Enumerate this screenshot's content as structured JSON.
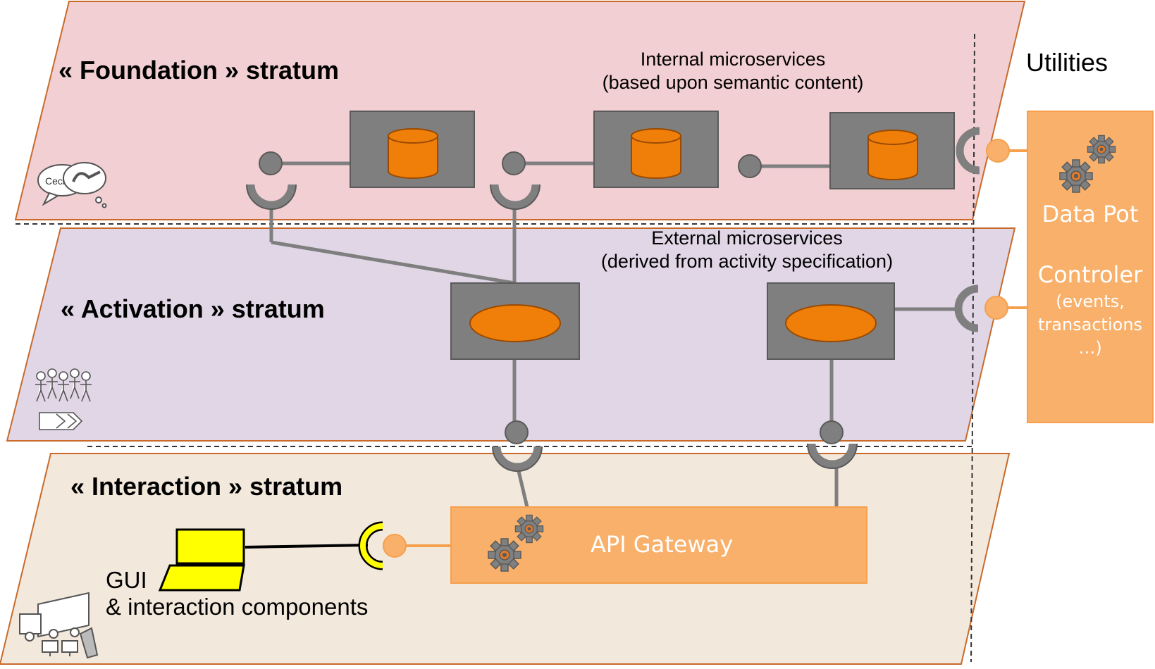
{
  "strata": {
    "foundation": {
      "title": "« Foundation » stratum"
    },
    "activation": {
      "title": "« Activation » stratum"
    },
    "interaction": {
      "title": "« Interaction » stratum"
    }
  },
  "captions": {
    "internal_line1": "Internal microservices",
    "internal_line2": "(based upon semantic content)",
    "external_line1": "External microservices",
    "external_line2": "(derived from activity specification)"
  },
  "utilities": {
    "title": "Utilities",
    "data_pot": "Data Pot",
    "controler": "Controler",
    "controler_detail_1": "(events,",
    "controler_detail_2": "transactions",
    "controler_detail_3": "…)"
  },
  "api_gateway": {
    "label": "API Gateway"
  },
  "gui": {
    "line1": "GUI",
    "line2": "& interaction components"
  },
  "icons": {
    "foundation": "speech-bubble-icon",
    "activation": "people-group-icon",
    "interaction": "truck-computers-icon",
    "gears": "gears-icon",
    "laptop": "laptop-icon"
  },
  "colors": {
    "foundation_fill": "#f2cfd3",
    "activation_fill": "#e0d6e6",
    "interaction_fill": "#f3e8dc",
    "stratum_border": "#c96a2b",
    "service_box": "#7f7f7f",
    "service_core": "#f07f0a",
    "utility_fill": "#f8b06a",
    "connector": "#7f7f7f",
    "gui_yellow": "#ffff00"
  }
}
